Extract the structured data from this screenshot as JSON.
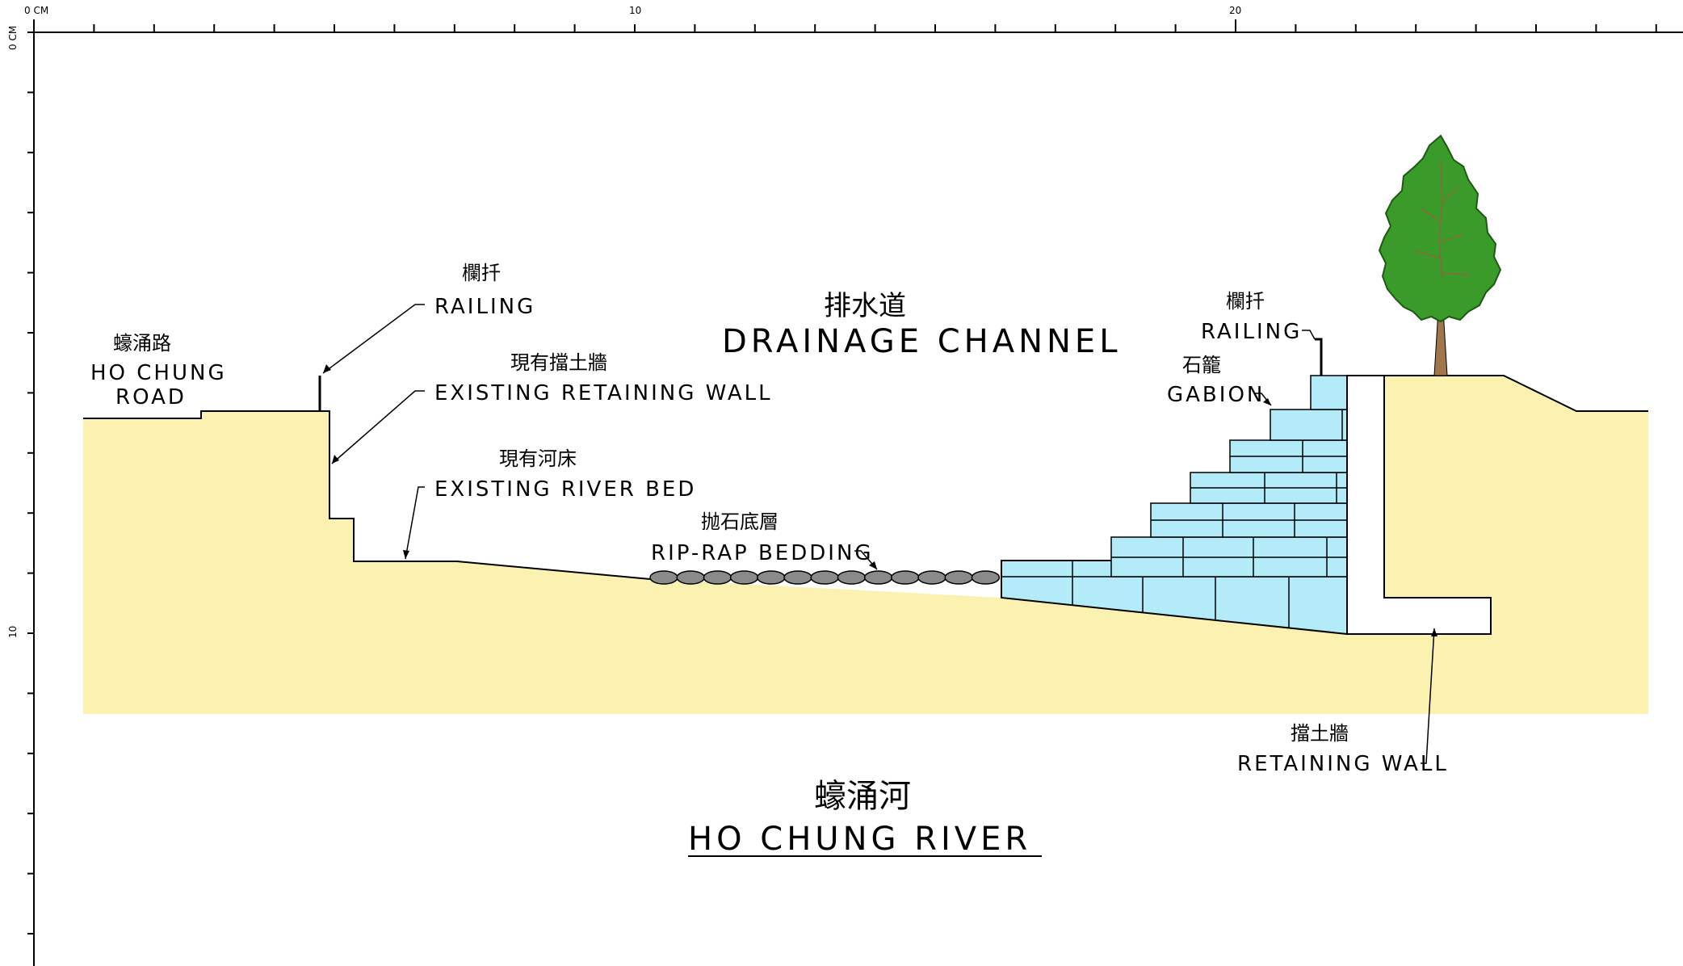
{
  "ruler": {
    "top_labels": [
      "0 CM",
      "10",
      "20"
    ],
    "left_labels": [
      "0 CM",
      "10"
    ]
  },
  "title": {
    "zh": "蠔涌河",
    "en": "HO CHUNG RIVER"
  },
  "channel": {
    "zh": "排水道",
    "en": "DRAINAGE CHANNEL"
  },
  "labels": {
    "road": {
      "zh": "蠔涌路",
      "en_line1": "HO CHUNG",
      "en_line2": "ROAD"
    },
    "railing_left": {
      "zh": "欄扦",
      "en": "RAILING"
    },
    "existing_wall": {
      "zh": "現有擋土牆",
      "en": "EXISTING RETAINING WALL"
    },
    "existing_bed": {
      "zh": "現有河床",
      "en": "EXISTING RIVER BED"
    },
    "riprap": {
      "zh": "抛石底層",
      "en": "RIP-RAP BEDDING"
    },
    "railing_right": {
      "zh": "欄扦",
      "en": "RAILING"
    },
    "gabion": {
      "zh": "石籠",
      "en": "GABION"
    },
    "retaining_wall": {
      "zh": "擋土牆",
      "en": "RETAINING WALL"
    }
  },
  "colors": {
    "soil": "#fbf1b0",
    "gabion": "#b3ebf8",
    "riprap": "#8a8a8a",
    "tree_canopy": "#3a9a2a",
    "tree_trunk": "#a0764a",
    "wall": "#ffffff",
    "line": "#000000"
  },
  "icons": [
    "tree-icon"
  ]
}
